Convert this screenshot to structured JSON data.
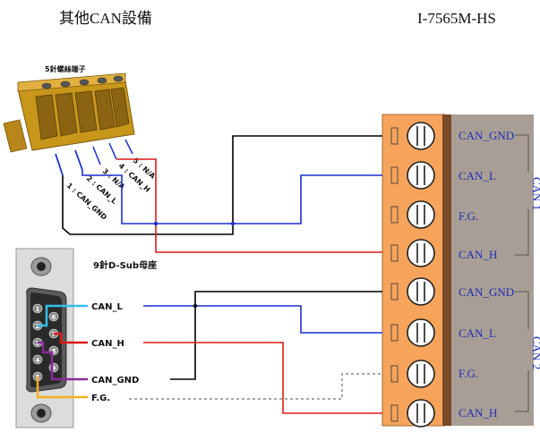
{
  "header": {
    "left_title": "其他CAN設備",
    "right_title": "I-7565M-HS"
  },
  "terminal_block": {
    "title": "5針螺絲端子",
    "pins": [
      "1 : CAN_GND",
      "2 : CAN_L",
      "3 : N/A",
      "4 : CAN_H",
      "5 : N/A"
    ]
  },
  "dsub": {
    "title": "9針D-Sub母座",
    "pins_left": [
      "1",
      "2",
      "3",
      "4",
      "5"
    ],
    "pins_right": [
      "6",
      "7",
      "8",
      "9"
    ],
    "signals": [
      "CAN_L",
      "CAN_H",
      "CAN_GND",
      "F.G."
    ]
  },
  "device_terminals": {
    "labels": [
      "CAN_GND",
      "CAN_L",
      "F.G.",
      "CAN_H",
      "CAN_GND",
      "CAN_L",
      "F.G.",
      "CAN_H"
    ],
    "group1": "CAN 1",
    "group2": "CAN 2"
  },
  "colors": {
    "blue_wire": "#1d2fd0",
    "red_wire": "#e01818",
    "black_wire": "#000000",
    "gray_wire": "#8a8a8a",
    "orange_block": "#f6a45c",
    "gray_block": "#a99e95",
    "terminal_green": "#d4a017"
  }
}
